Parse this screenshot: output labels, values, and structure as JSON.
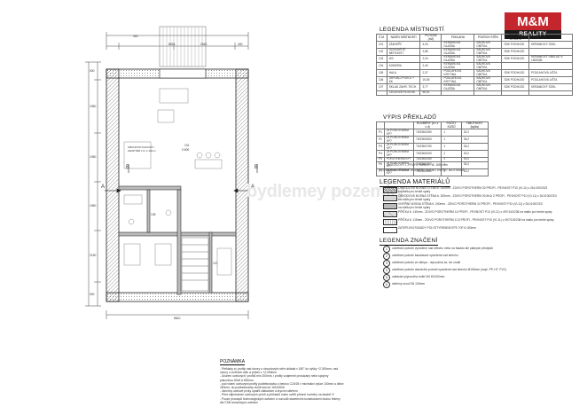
{
  "logo": {
    "brand": "M&M",
    "sub": "REALITY"
  },
  "watermark": "bydlemey pozemky",
  "plan": {
    "dims_top": [
      "400",
      "8810",
      "2540",
      "400"
    ],
    "dims_left": [
      "500",
      "1950",
      "1050",
      "1960",
      "2150",
      "900"
    ],
    "dims_bottom": [
      "8810"
    ],
    "room_label": "KRUHOVÁ KLIKOVÁ / ADAPTÉR 1,5 m 10mm",
    "section_a": "A",
    "section_b": "B",
    "room_101": "101",
    "room_101_area": "0.600",
    "room_106": "106",
    "room_107": "107"
  },
  "rooms_table": {
    "title": "LEGENDA MÍSTNOSTÍ",
    "headers": [
      "Č.M.",
      "NÁZEV MÍSTNOSTI",
      "PLOCHA (m2)",
      "PODLAHA",
      "POVRCH STĚN",
      "POVRCH STROPU",
      "POZNÁMKA"
    ],
    "rows": [
      [
        "101",
        "ZÁDVEŘÍ",
        "4,03",
        "KERAMICKÁ DLAŽBA",
        "SÁDROVÁ OMÍTKA",
        "SDK PODHLED",
        "KERAMICKÝ SOKL"
      ],
      [
        "102",
        "SCHODIŠTĚ MÍSTNOST",
        "2,85",
        "KERAMICKÁ DLAŽBA",
        "SÁDROVÁ OMÍTKA",
        "SDK PODHLED",
        ""
      ],
      [
        "103",
        "WC",
        "2,04",
        "KERAMICKÁ DLAŽBA",
        "SÁDROVÁ OMÍTKA",
        "SDK PODHLED",
        "KERAMICKÝ OBKLAD V. 1500MM"
      ],
      [
        "104",
        "KOMORA",
        "2,40",
        "KERAMICKÁ DLAŽBA",
        "SÁDROVÁ OMÍTKA",
        "",
        ""
      ],
      [
        "105",
        "HALA",
        "2,37",
        "PODLAHOVÁ KRYTINA",
        "SÁDROVÁ OMÍTKA",
        "SDK PODHLED",
        "PODLAHOVÁ LIŠTA"
      ],
      [
        "106",
        "OBÝVACÍ POKOJ + KK",
        "19,05",
        "PODLAHOVÁ KRYTINA",
        "SÁDROVÁ OMÍTKA",
        "SDK PODHLED",
        "PODLAHOVÁ LIŠTA"
      ],
      [
        "107",
        "SKLAD ZAHR. TECH.",
        "3,77",
        "KERAMICKÁ DLAŽBA",
        "SÁDROVÁ OMÍTKA",
        "SDK PODHLED",
        "KERAMICKÝ SOKL"
      ]
    ],
    "total_label": "CELKOVÁ PLOCHA",
    "total_value": "55,01"
  },
  "lintels_table": {
    "title": "VÝPIS PŘEKLADŮ",
    "headers": [
      "",
      "",
      "ROZMĚRY (š x v x d)",
      "POČET KUSŮ",
      "HMOTNOST (kg/ks)"
    ],
    "rows": [
      [
        "P1",
        "2x POROTHERM KP7",
        "70/238/1250",
        "1",
        "30,2"
      ],
      [
        "P2",
        "2x POROTHERM KP7",
        "70/238/1500",
        "1",
        "36,2"
      ],
      [
        "P3",
        "2x POROTHERM KP7",
        "70/238/1750",
        "1",
        "36,2"
      ],
      [
        "P4",
        "2x POROTHERM KP7",
        "70/238/1000",
        "1",
        "30,2"
      ],
      [
        "P5",
        "POROTHERM KP7",
        "70/238/1250",
        "1",
        "30,2"
      ],
      [
        "P6",
        "2x POROTHERM KP7",
        "70/238/1750",
        "1",
        "36,2"
      ],
      [
        "P7",
        "2x POROTHERM KP7",
        "70/238/1250",
        "1",
        "30,2"
      ]
    ],
    "note_l1": "2x OCELOVÝ L-PROFIL 50/50/5 - dl. 1550 mm",
    "note_l2": "POZNÁMKA: PŘESNÉ ROZMĚRY NUTNO OVĚŘIT NA STAVBĚ"
  },
  "materials": {
    "title": "LEGENDA MATERIÁLŮ",
    "items": [
      {
        "line1": "OBVODOVÁ NOSNÁ STĚNA tl. 300mm - ZDIVO POROTHERM 30 PROFI - PEVNOST P10 (VI-11) v 2k1/100/23/3",
        "line2": "na maltu pro tenké spáry",
        "pattern": "hatch"
      },
      {
        "line1": "OBVODOVÁ NOSNÁ STĚNA tl. 300mm - ZDIVO POROTHERM 30 AKU Z PROFI - PEVNOST P10 (VI-11) v 2k1/100/23/3",
        "line2": "na maltu pro tenké spáry",
        "pattern": "dots"
      },
      {
        "line1": "VNITŘNÍ NOSNÁ STĚNA tl. 240mm - ZDIVO POROTHERM 24 PROFI - PEVNOST P10 (VI-11) v 2k1/100/23/3",
        "line2": "na maltu pro tenké spáry",
        "pattern": "grey"
      },
      {
        "line1": "PŘÍČKA tl. 140mm - ZDIVO POROTHERM 14 PROFI - PEVNOST P10 (VI-11) v 497/140/238 na maltu pro tenké spáry",
        "line2": "",
        "pattern": "cross"
      },
      {
        "line1": "PŘÍČKA tl. 115mm - ZDIVO POROTHERM 11,5 PROFI - PEVNOST P10 (VI-11) v 497/115/238 na maltu pro tenké spáry",
        "line2": "",
        "pattern": "lines"
      },
      {
        "line1": "ZATEPLENÍ FASÁDY POLYSTYRENEM EPS 70F tl.150mm",
        "line2": "",
        "pattern": "empty"
      }
    ]
  },
  "symbols": {
    "title": "LEGENDA ZNAČENÍ",
    "items": [
      {
        "code": "1",
        "text": "odvětrání potrubí vyvedené nad střechu nebo na fasádu dle platných předpisů"
      },
      {
        "code": "2",
        "text": "odvětrání potrubí kanalizace vyvedené nad střechu"
      },
      {
        "code": "3",
        "text": "odvětrání potrubí ze sklepa - nepoužívá se, lze zrušit"
      },
      {
        "code": "4",
        "text": "odvětrání potrubí domácího potrubí vyvedené nad střechu Ø150mm (např. PP, HT, PVC)"
      },
      {
        "code": "5",
        "text": "odsávání plynového kotle DN 60/100mm"
      },
      {
        "code": "6",
        "text": "dešťový svod DN 100mm"
      }
    ]
  },
  "notes": {
    "title": "POZNÁMKA",
    "lines": [
      "- Překlady a i profily nad otvory u obvodových stěn ukládat v 180° do výšky +2,300mm, nad",
      "  otvory u vnitřních stěn a příček v +2,050mm",
      "- Uložení ocelových i profilů min 200mm, i profily vzájemně provázány nebo spojeny",
      "  pásovinou 50x5 à 500mm.",
      "- pod všemi ocelovými profily podbetonávka o betonu C20/25 v minimální výšce 100mm a délce",
      "  400mm, do podbetonávky vložit kari síť 150/150/6",
      "- všechny ocelové prvky opatřit základním a krycím nátěrem",
      "- Před objednáním ocelových prvků a překladů nutno ověřit přesné rozměry na stavbě !!!",
      "- Pouze prostupů technologických zařízení a rozvodů stavebními konstrukcemi budou řešeny",
      "  dle ČSN technických zařízení"
    ]
  }
}
